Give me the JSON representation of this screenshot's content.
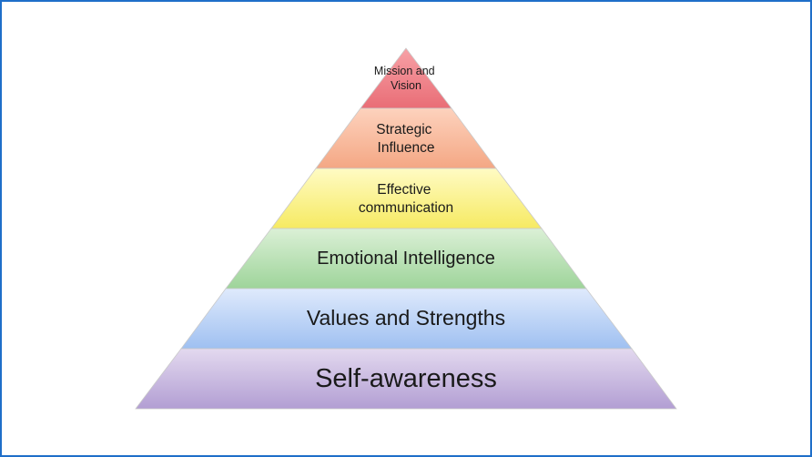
{
  "diagram": {
    "tiers": [
      {
        "id": "mission",
        "lines": [
          "Mission and",
          "Vision"
        ],
        "color_top": "#f7a1a6",
        "color_bottom": "#e96d76"
      },
      {
        "id": "strategic",
        "lines": [
          "Strategic",
          "Influence"
        ],
        "color_top": "#fdd2bd",
        "color_bottom": "#f4a784"
      },
      {
        "id": "communication",
        "lines": [
          "Effective",
          "communication"
        ],
        "color_top": "#fffbc4",
        "color_bottom": "#f6ea62"
      },
      {
        "id": "emotional",
        "lines": [
          "Emotional Intelligence"
        ],
        "color_top": "#dbf0d6",
        "color_bottom": "#9ed49a"
      },
      {
        "id": "values",
        "lines": [
          "Values and Strengths"
        ],
        "color_top": "#dfeafc",
        "color_bottom": "#9fc0f1"
      },
      {
        "id": "self",
        "lines": [
          "Self-awareness"
        ],
        "color_top": "#e3d9ef",
        "color_bottom": "#b29ed3"
      }
    ]
  }
}
